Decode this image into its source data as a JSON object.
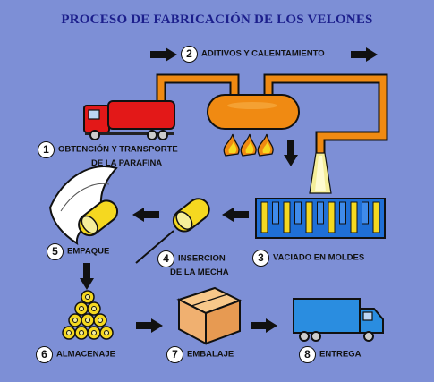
{
  "title": "PROCESO DE FABRICACIÓN DE LOS VELONES",
  "steps": [
    {
      "num": "1",
      "line1": "OBTENCIÓN Y TRANSPORTE",
      "line2": "DE LA PARAFINA"
    },
    {
      "num": "2",
      "line1": "ADITIVOS Y CALENTAMIENTO"
    },
    {
      "num": "3",
      "line1": "VACIADO EN MOLDES"
    },
    {
      "num": "4",
      "line1": "INSERCION",
      "line2": "DE LA MECHA"
    },
    {
      "num": "5",
      "line1": "EMPAQUE"
    },
    {
      "num": "6",
      "line1": "ALMACENAJE"
    },
    {
      "num": "7",
      "line1": "EMBALAJE"
    },
    {
      "num": "8",
      "line1": "ENTREGA"
    }
  ],
  "colors": {
    "background": "#7d8fd6",
    "title": "#1c1f8c",
    "pipe": "#f08a12",
    "tank_truck": "#e31818",
    "molds": "#1f6fd6",
    "candle": "#f5d820",
    "box": "#f0b070",
    "delivery_truck": "#2a8de0",
    "arrow": "#111111"
  }
}
